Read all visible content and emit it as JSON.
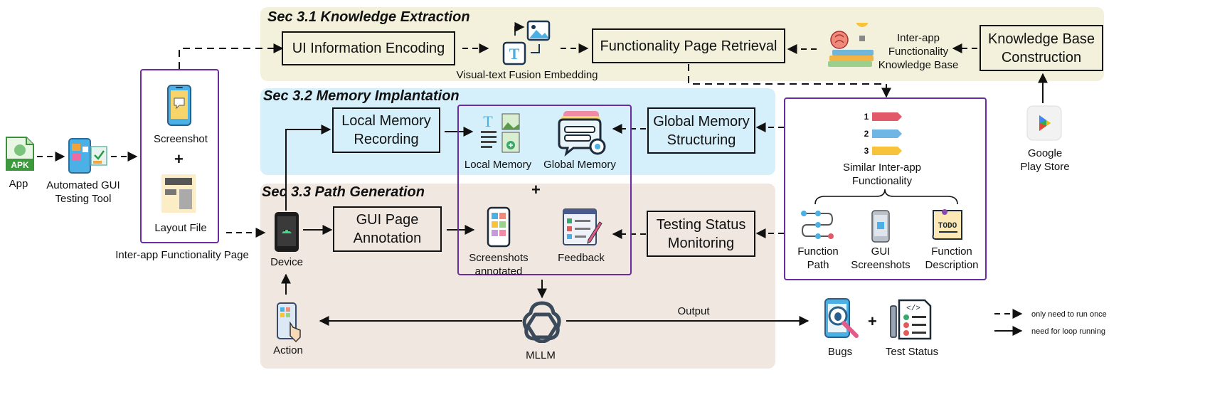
{
  "sections": {
    "knowledge": "Sec 3.1 Knowledge Extraction",
    "memory": "Sec 3.2 Memory Implantation",
    "path": "Sec 3.3 Path Generation"
  },
  "boxes": {
    "ui_encoding": "UI Information Encoding",
    "page_retrieval": "Functionality Page Retrieval",
    "kb_construction": "Knowledge Base\nConstruction",
    "local_memory_recording": "Local Memory\nRecording",
    "global_memory_structuring": "Global Memory\nStructuring",
    "gui_annotation": "GUI Page\nAnnotation",
    "status_monitoring": "Testing Status\nMonitoring"
  },
  "labels": {
    "app": "App",
    "tool": "Automated GUI\nTesting Tool",
    "screenshot": "Screenshot",
    "layout_file": "Layout File",
    "inter_app_page": "Inter-app Functionality Page",
    "fusion": "Visual-text Fusion Embedding",
    "kb": "Inter-app\nFunctionality\nKnowledge Base",
    "play_store": "Google\nPlay Store",
    "local_memory": "Local Memory",
    "global_memory": "Global Memory",
    "screenshots_annotated": "Screenshots\nannotated",
    "feedback": "Feedback",
    "device": "Device",
    "action": "Action",
    "mllm": "MLLM",
    "output": "Output",
    "bugs": "Bugs",
    "test_status": "Test Status",
    "similar": "Similar Inter-app\nFunctionality",
    "function_path": "Function\nPath",
    "gui_screenshots": "GUI\nScreenshots",
    "function_description": "Function\nDescription",
    "plus": "+",
    "apk": "APK",
    "todo": "TODO",
    "ranks": [
      "1",
      "2",
      "3"
    ]
  },
  "legend": {
    "dashed": "only need to run once",
    "solid": "need for loop running"
  },
  "colors": {
    "knowledge_bg": "#f3f1dc",
    "memory_bg": "#d5effb",
    "path_bg": "#efe7e0",
    "purple": "#6a2ca0"
  }
}
